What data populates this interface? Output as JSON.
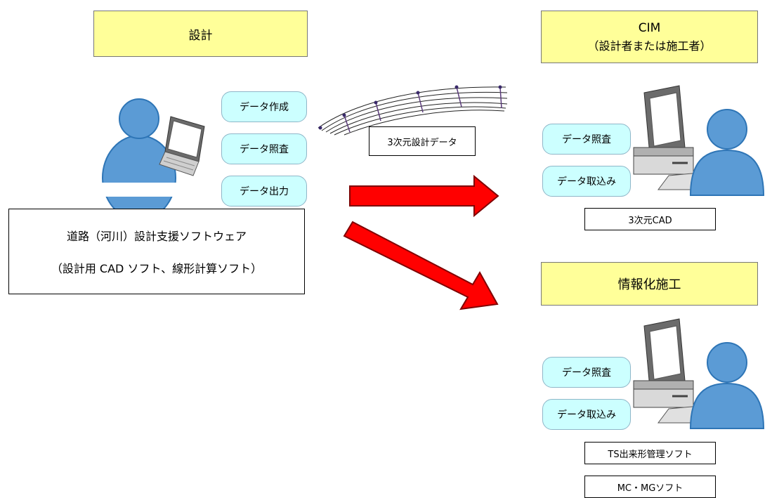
{
  "design_header": {
    "title": "設計"
  },
  "cim_header": {
    "title": "CIM",
    "subtitle": "（設計者または施工者）"
  },
  "construction_header": {
    "title": "情報化施工"
  },
  "design_actions": [
    "データ作成",
    "データ照査",
    "データ出力"
  ],
  "model_label": "3次元設計データ",
  "software_box": {
    "line1": "道路（河川）設計支援ソフトウェア",
    "line2": "（設計用 CAD ソフト、線形計算ソフト）"
  },
  "cim_actions": [
    "データ照査",
    "データ取込み"
  ],
  "cim_software": "3次元CAD",
  "construction_actions": [
    "データ照査",
    "データ取込み"
  ],
  "construction_software": [
    "TS出来形管理ソフト",
    "MC・MGソフト"
  ],
  "colors": {
    "header_fill": "#ffff99",
    "pill_fill": "#ccffff",
    "arrow": "#ff0000",
    "person": "#5b9bd5"
  },
  "icons": [
    "person-icon",
    "laptop-icon",
    "desktop-computer-icon",
    "arrow-right-icon"
  ]
}
